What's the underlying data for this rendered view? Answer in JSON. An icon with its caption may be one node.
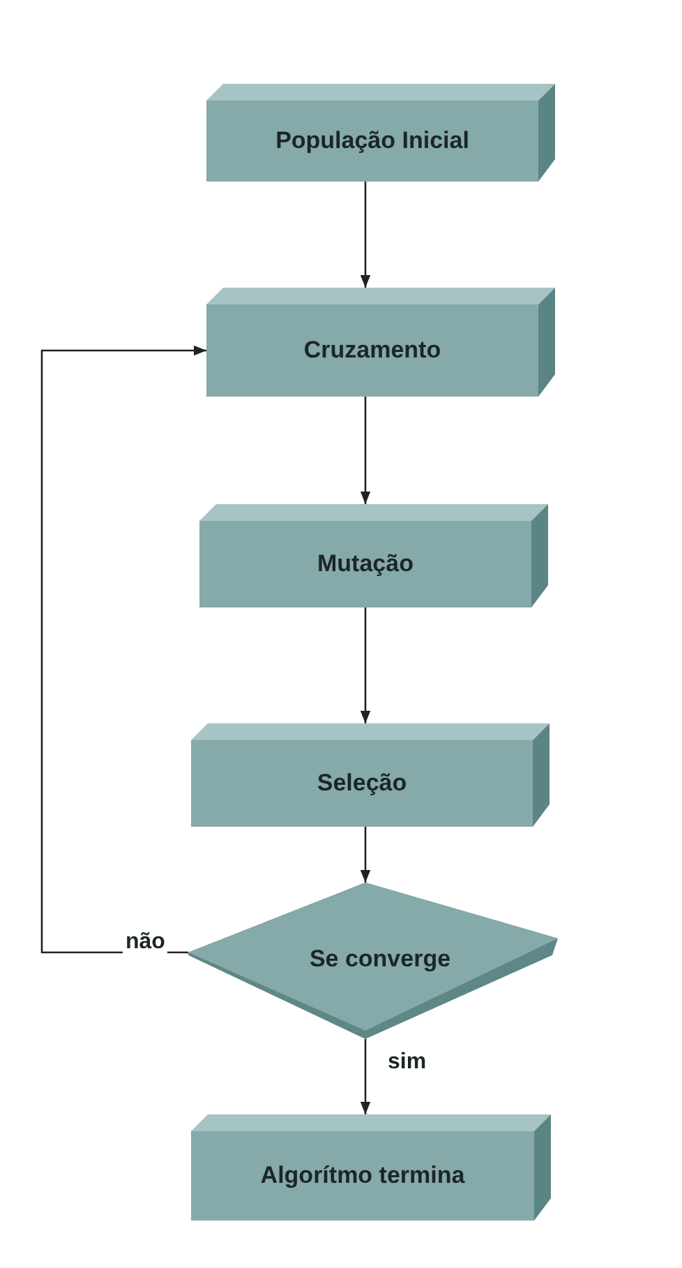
{
  "diagram": {
    "nodes": [
      {
        "text": [
          "População Inicial"
        ]
      },
      {
        "text": [
          "Cruzamento"
        ]
      },
      {
        "text": [
          "Mutação"
        ]
      },
      {
        "text": [
          "Seleção"
        ]
      },
      {
        "text": [
          "Se converge"
        ]
      },
      {
        "text": [
          "Algorítmo termina"
        ]
      }
    ],
    "edges": [
      {
        "from": 0,
        "to": 1,
        "arrow": "to"
      },
      {
        "from": 1,
        "to": 2,
        "arrow": "to"
      },
      {
        "from": 2,
        "to": 3,
        "arrow": "to"
      },
      {
        "from": 3,
        "to": 4,
        "arrow": "to"
      },
      {
        "from": 4,
        "to": 5,
        "arrow": "to",
        "label": "sim"
      },
      {
        "from": 4,
        "to": 1,
        "arrow": "to",
        "label": "não"
      }
    ]
  }
}
